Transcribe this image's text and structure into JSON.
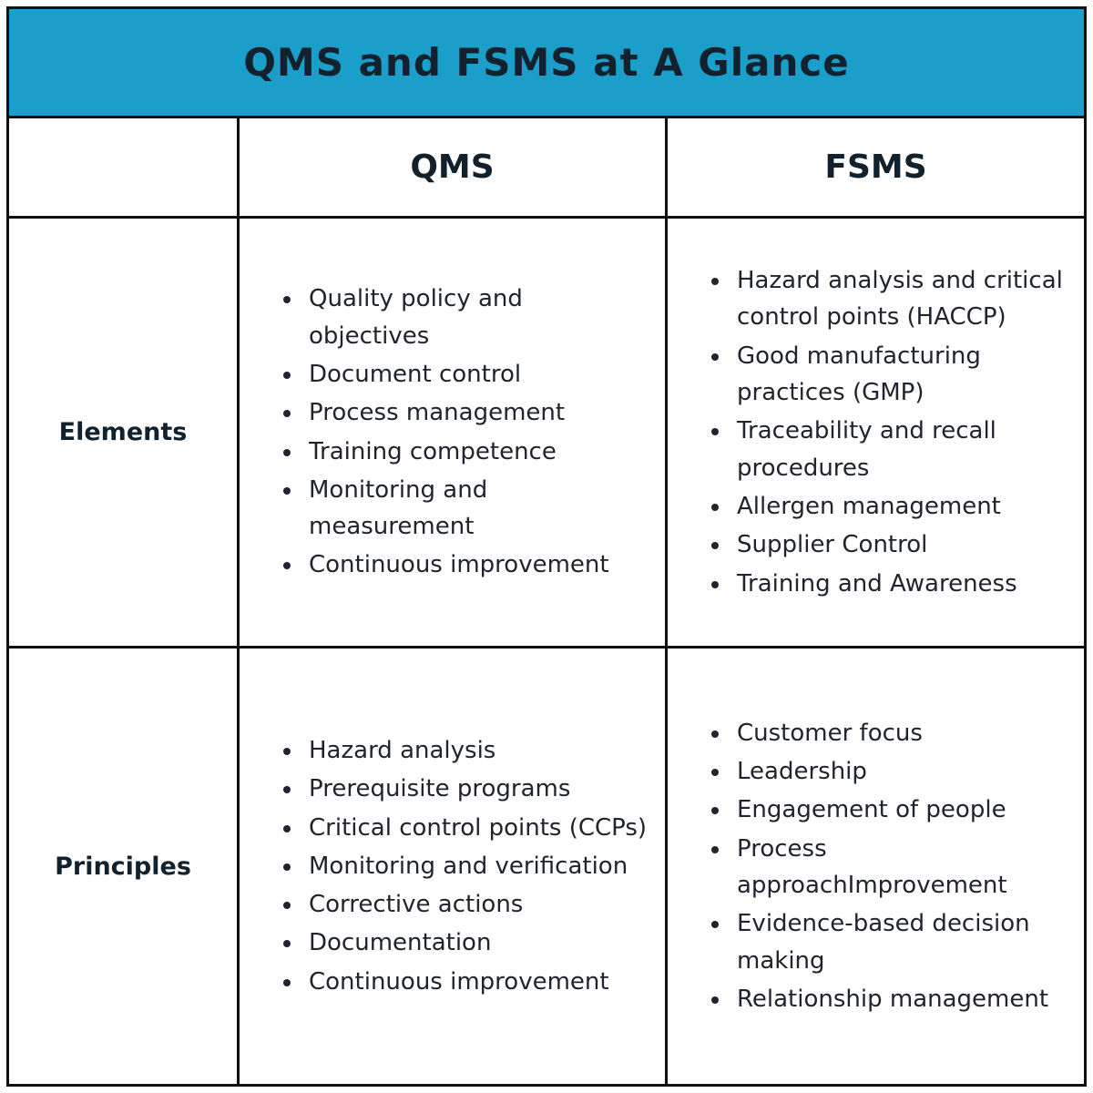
{
  "title": "QMS and FSMS at A Glance",
  "colors": {
    "header_bg": "#1b9fca",
    "border": "#101010",
    "text": "#20242e"
  },
  "table": {
    "column_headers": [
      "QMS",
      "FSMS"
    ],
    "rows": [
      {
        "label": "Elements",
        "qms_items": [
          "Quality policy and objectives",
          "Document control",
          "Process management",
          "Training competence",
          "Monitoring and measurement",
          "Continuous improvement"
        ],
        "fsms_items": [
          "Hazard analysis and critical control points (HACCP)",
          "Good manufacturing practices (GMP)",
          "Traceability and recall procedures",
          "Allergen management",
          "Supplier Control",
          "Training and Awareness"
        ]
      },
      {
        "label": "Principles",
        "qms_items": [
          "Hazard analysis",
          "Prerequisite programs",
          "Critical control points (CCPs)",
          "Monitoring and verification",
          "Corrective actions",
          "Documentation",
          "Continuous improvement"
        ],
        "fsms_items": [
          "Customer focus",
          "Leadership",
          "Engagement of people",
          "Process approachImprovement",
          "Evidence-based decision making",
          "Relationship management"
        ]
      }
    ]
  }
}
